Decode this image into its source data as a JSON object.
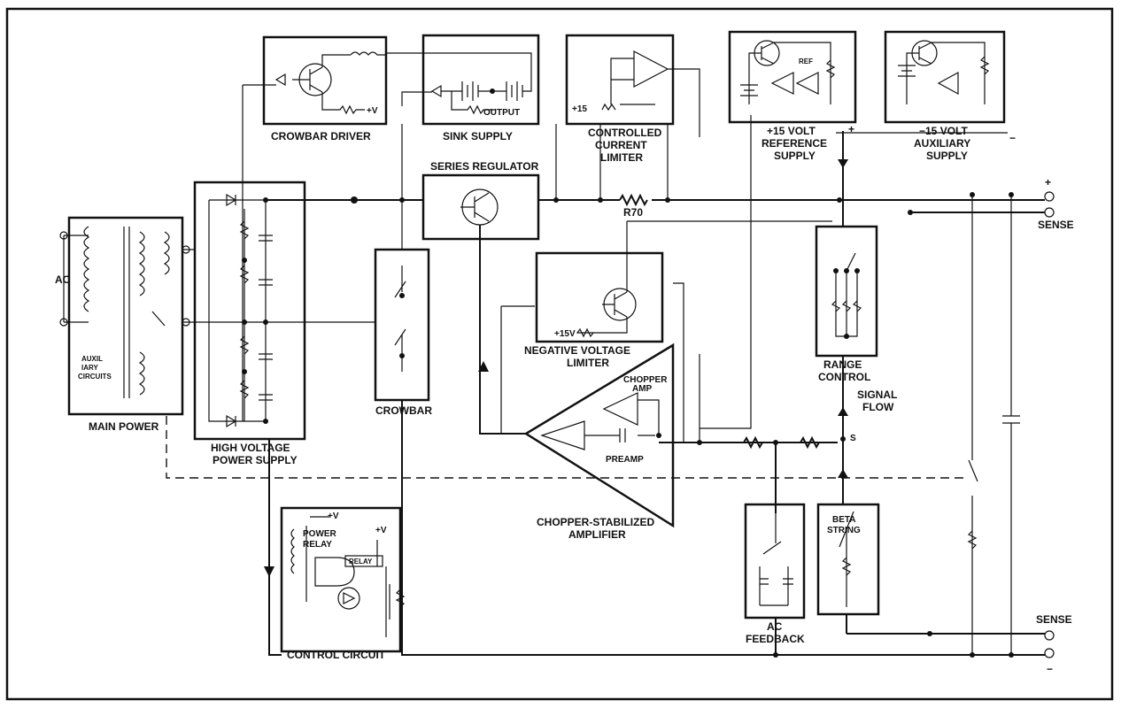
{
  "labels": {
    "crowbar_driver": "CROWBAR DRIVER",
    "sink_supply": "SINK SUPPLY",
    "controlled": "CONTROLLED",
    "current": "CURRENT",
    "limiter": "LIMITER",
    "ref_15_l1": "+15 VOLT",
    "ref_15_l2": "REFERENCE",
    "ref_15_l3": "SUPPLY",
    "aux_15_l1": "−15 VOLT",
    "aux_15_l2": "AUXILIARY",
    "aux_15_l3": "SUPPLY",
    "series_regulator": "SERIES REGULATOR",
    "r70": "R70",
    "sense_top": "SENSE",
    "sense_bottom": "SENSE",
    "ac": "AC",
    "auxiliary_circuits_l1": "AUXIL",
    "auxiliary_circuits_l2": "IARY",
    "auxiliary_circuits_l3": "CIRCUITS",
    "main_power": "MAIN POWER",
    "hv_l1": "HIGH VOLTAGE",
    "hv_l2": "POWER SUPPLY",
    "crowbar": "CROWBAR",
    "neg_l1": "NEGATIVE VOLTAGE",
    "neg_l2": "LIMITER",
    "plus15v_neg": "+15V",
    "plus15v_cc": "+15",
    "output": "OUTPUT",
    "plus_v_crowbar": "+V",
    "ref": "REF",
    "range_l1": "RANGE",
    "range_l2": "CONTROL",
    "signal_l1": "SIGNAL",
    "signal_l2": "FLOW",
    "s_node": "S",
    "chopper_amp_l1": "CHOPPER",
    "chopper_amp_l2": "AMP",
    "preamp": "PREAMP",
    "chopper_stab_l1": "CHOPPER-STABILIZED",
    "chopper_stab_l2": "AMPLIFIER",
    "beta_l1": "BETA",
    "beta_l2": "STRING",
    "ac_fb_l1": "AC",
    "ac_fb_l2": "FEEDBACK",
    "control_circuit": "CONTROL CIRCUIT",
    "power_l1": "POWER",
    "power_l2": "RELAY",
    "relay": "RELAY",
    "plus_v_a": "+V",
    "plus_v_b": "+V",
    "plus_term": "+",
    "minus_term": "−",
    "plus_ref": "+",
    "minus_aux": "−"
  }
}
